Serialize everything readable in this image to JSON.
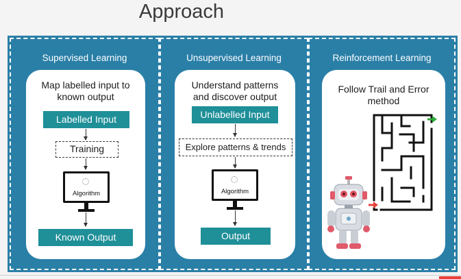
{
  "title": "Approach",
  "sections": [
    {
      "heading": "Supervised Learning",
      "card_title": "Map labelled input to\nknown output",
      "input_label": "Labelled Input",
      "process_label": "Training",
      "algorithm_label": "Algorithm",
      "output_label": "Known Output"
    },
    {
      "heading": "Unsupervised Learning",
      "card_title": "Understand patterns\nand discover output",
      "input_label": "Unlabelled Input",
      "process_label": "Explore patterns & trends",
      "algorithm_label": "Algorithm",
      "output_label": "Output"
    },
    {
      "heading": "Reinforcement Learning",
      "card_title": "Follow Trail and Error\nmethod"
    }
  ],
  "colors": {
    "panel": "#2a7fa7",
    "teal": "#1f8f98",
    "maze_entry_arrow": "#e8413a",
    "maze_exit_arrow": "#2faa3b"
  },
  "icons": [
    "monitor-icon",
    "maze-icon",
    "robot-icon"
  ]
}
